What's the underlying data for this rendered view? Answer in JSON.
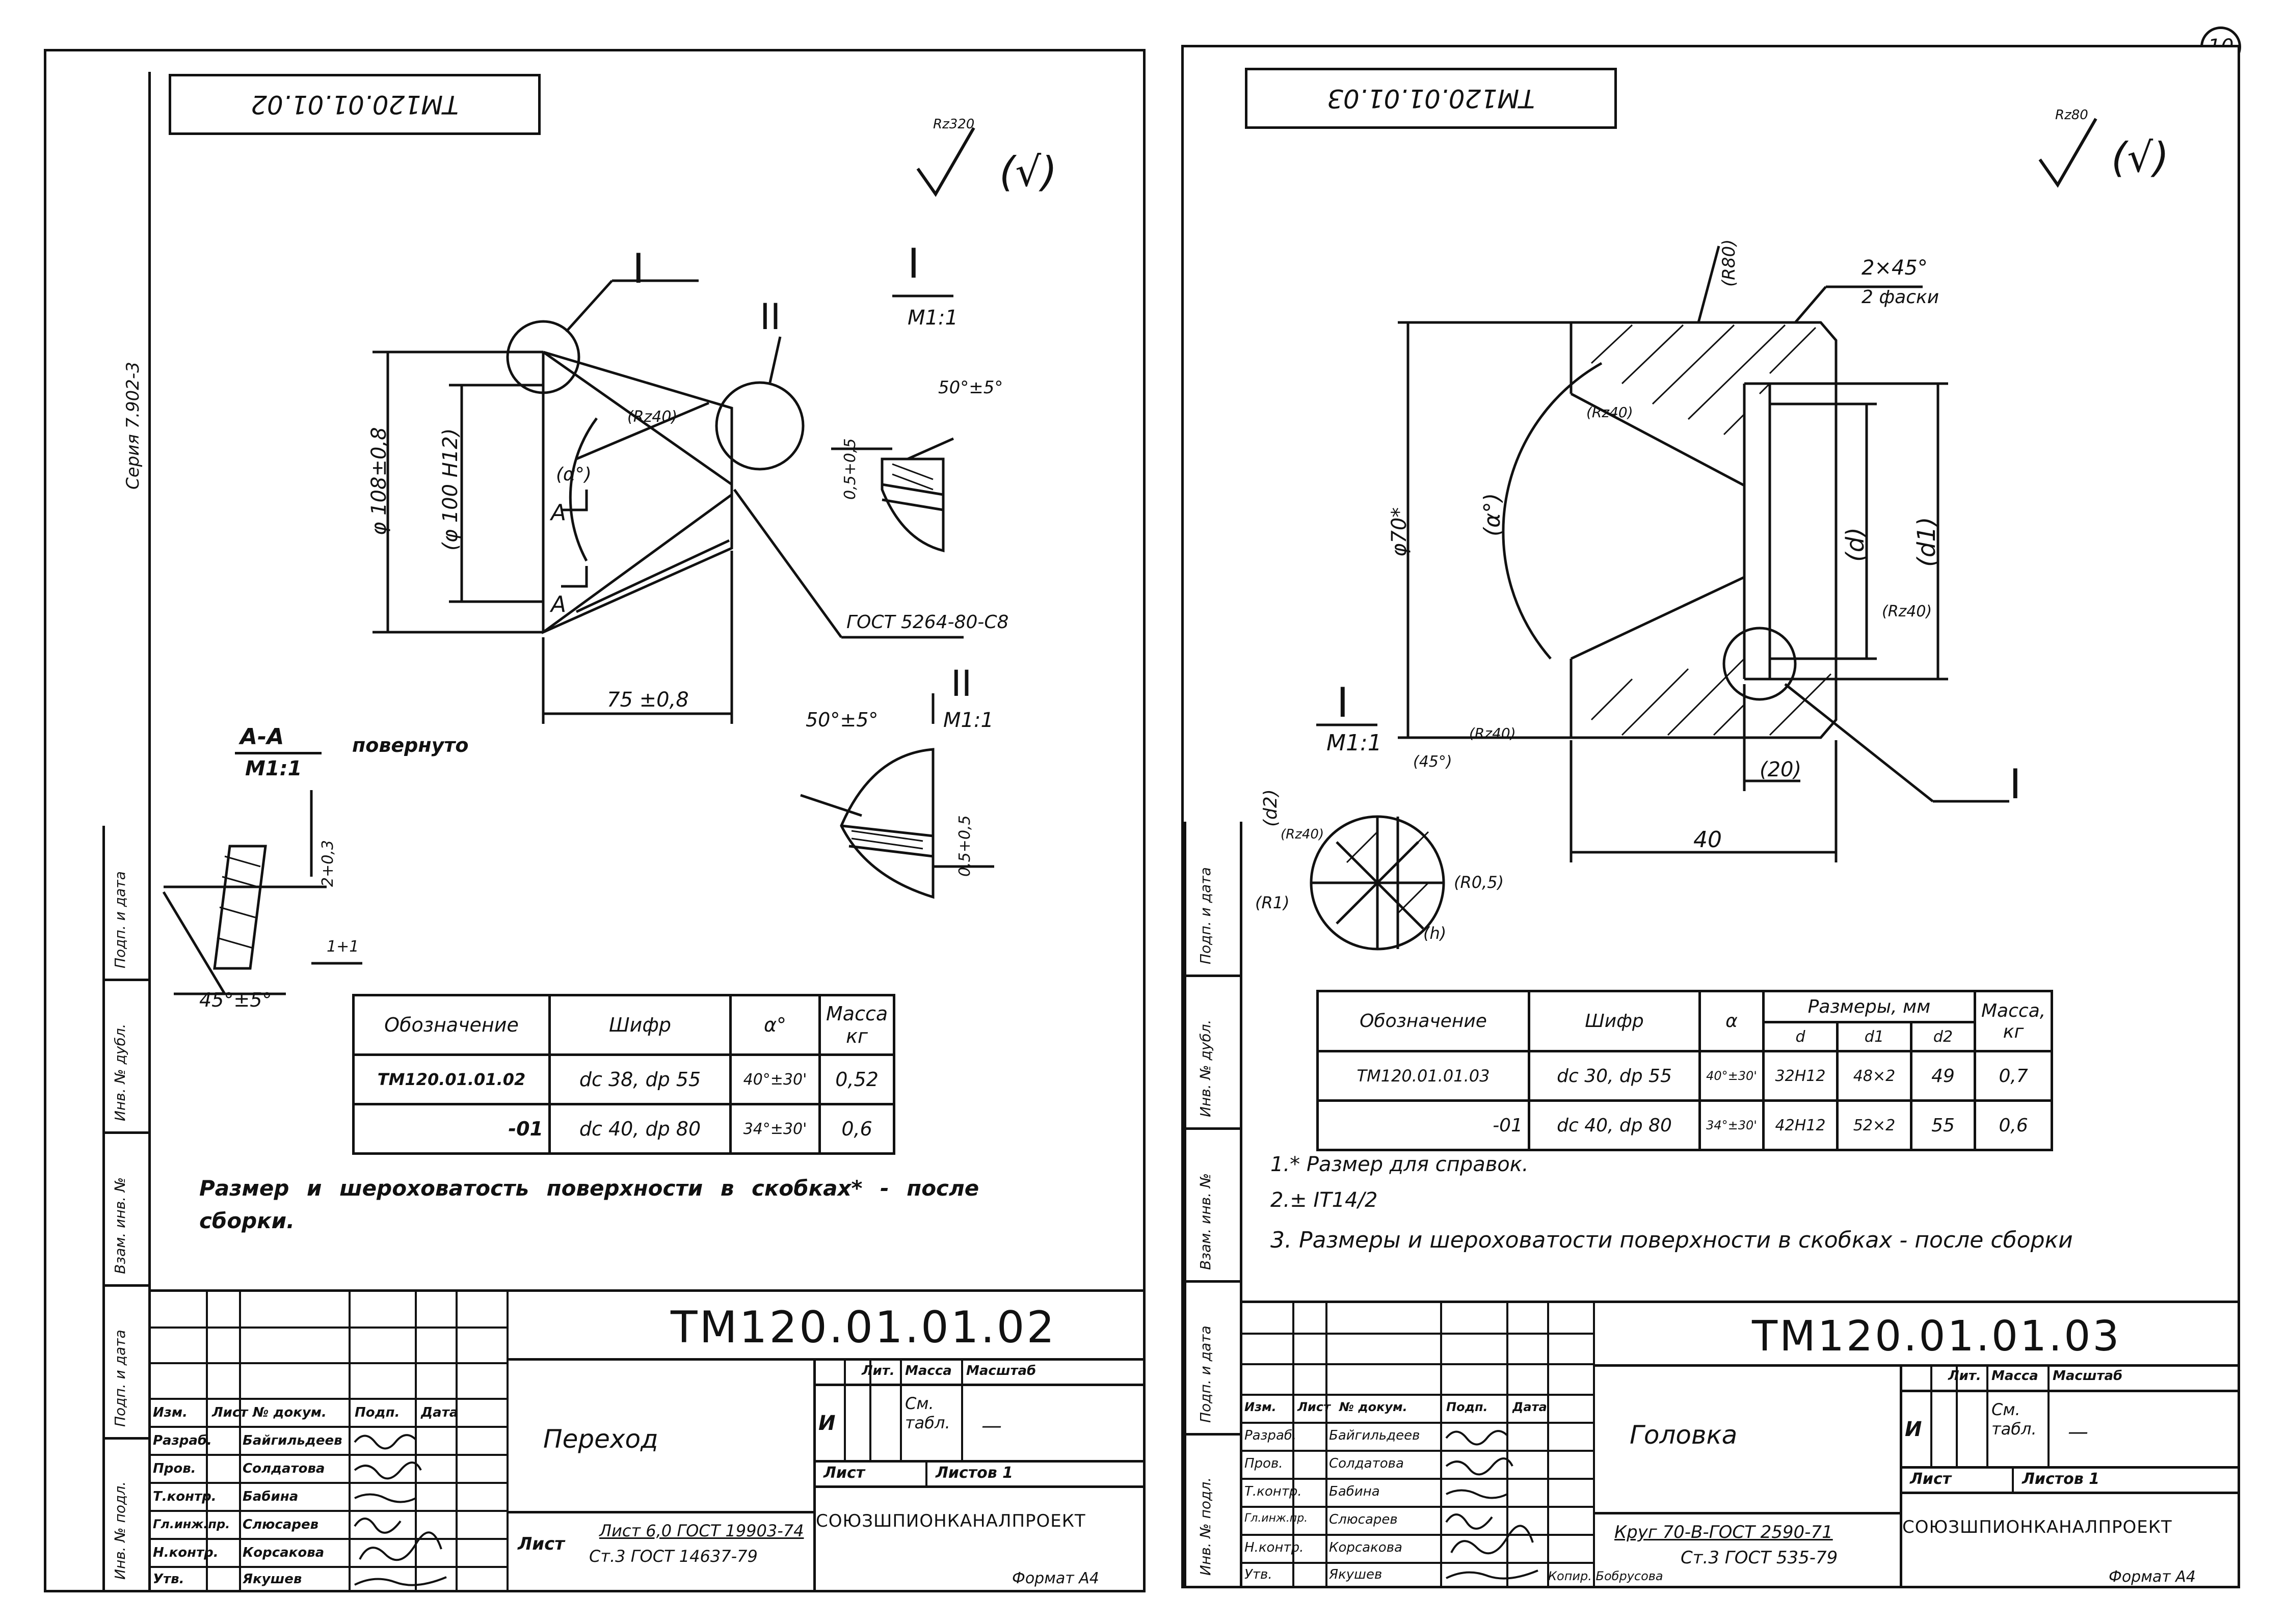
{
  "page_number": "10",
  "series_label": "Серия 7.902-3",
  "margin_labels": [
    "Инв. № подл.",
    "Подп. и дата",
    "Взам. инв. №",
    "Инв. № дубл.",
    "Подп. и дата"
  ],
  "left": {
    "stamp": "ТМ120.01.01.02",
    "roughness": "Rz320",
    "roughness_paren": "(√)",
    "views": {
      "I_label": "I",
      "II_label": "II",
      "scale": "M1:1",
      "section_label": "А-А",
      "section_scale": "М1:1",
      "section_rotated": "повернуто",
      "II_title": "II",
      "II_scale": "М1:1"
    },
    "dims": {
      "d108": "φ 108±0,8",
      "d100": "(φ 100 H12)",
      "len75": "75 ±0,8",
      "alpha": "(α°)",
      "r_note": "(Rz40)",
      "gost": "ГОСТ 5264-80-С8",
      "ang50": "50°±5°",
      "ang50b": "50°±5°",
      "dim05a": "0,5+0,5",
      "dim05b": "0,5+0,5",
      "ang45": "45°±5°",
      "dim2": "2+0,3",
      "dim1": "1+1",
      "A1": "А",
      "A2": "А"
    },
    "table": {
      "headers": [
        "Обозначение",
        "Шифр",
        "α°",
        "Масса кг"
      ],
      "rows": [
        [
          "ТМ120.01.01.02",
          "dc 38, dp 55",
          "40°±30'",
          "0,52"
        ],
        [
          "-01",
          "dc 40, dp 80",
          "34°±30'",
          "0,6"
        ]
      ]
    },
    "note": "Размер и шероховатость поверхности в скобках* - после сборки.",
    "title_block": {
      "designation": "ТМ120.01.01.02",
      "name": "Переход",
      "material_1": "Лист 6,0 ГОСТ 19903-74",
      "material_2": "Ст.3 ГОСТ 14637-79",
      "lit_header": "Лит.",
      "mass_header": "Масса",
      "scale_header": "Масштаб",
      "lit_value": "И",
      "mass_value": "См. табл.",
      "scale_value": "—",
      "sheet": "Лист",
      "sheets": "Листов 1",
      "org": "СОЮЗШПИОНКАНАЛПРОЕКТ",
      "format": "Формат А4",
      "rows": [
        [
          "Изм.",
          "Лист",
          "№ докум.",
          "Подп.",
          "Дата"
        ],
        [
          "Разраб.",
          "Байгильдеев",
          "",
          "",
          ""
        ],
        [
          "Пров.",
          "Солдатова",
          "",
          "",
          ""
        ],
        [
          "Т.контр.",
          "Бабина",
          "",
          "",
          ""
        ],
        [
          "Гл.инж.пр.",
          "Слюсарев",
          "",
          "",
          ""
        ],
        [
          "Н.контр.",
          "Корсакова",
          "",
          "",
          ""
        ],
        [
          "Утв.",
          "Якушев",
          "",
          "",
          ""
        ]
      ]
    }
  },
  "right": {
    "stamp": "ТМ120.01.01.03",
    "roughness": "Rz80",
    "roughness_paren": "(√)",
    "dims": {
      "chamfer": "2×45°",
      "chamfer_note": "2 фаски",
      "r80": "(R80)",
      "rz40a": "(Rz40)",
      "rz40b": "(Rz40)",
      "d70": "φ70*",
      "alpha": "(α°)",
      "d": "(d)",
      "d1": "(d1)",
      "len20": "(20)",
      "len40": "40",
      "I_label": "I",
      "I_title": "I",
      "I_scale": "М1:1",
      "deg45": "(45°)",
      "rz40c": "(Rz40)",
      "r05": "(R0,5)",
      "r1": "(R1)",
      "h": "(h)",
      "d2": "(d2)",
      "rz40d": "(Rz40)",
      "rz80": "(Rz80)"
    },
    "table": {
      "headers": [
        "Обозначение",
        "Шифр",
        "α",
        "Размеры, мм",
        "Масса, кг"
      ],
      "subheaders": [
        "d",
        "d1",
        "d2"
      ],
      "rows": [
        [
          "ТМ120.01.01.03",
          "dc 30, dp 55",
          "40°±30'",
          "32H12",
          "48×2",
          "49",
          "0,7"
        ],
        [
          "-01",
          "dc 40, dp 80",
          "34°±30'",
          "42H12",
          "52×2",
          "55",
          "0,6"
        ]
      ]
    },
    "notes": [
      "1.* Размер для справок.",
      "2.± IT14/2",
      "3. Размеры и шероховатости поверхности в скобках - после сборки"
    ],
    "title_block": {
      "designation": "ТМ120.01.01.03",
      "name": "Головка",
      "material_1": "Круг 70-В-ГОСТ 2590-71",
      "material_2": "Ст.3 ГОСТ 535-79",
      "lit_header": "Лит.",
      "mass_header": "Масса",
      "scale_header": "Масштаб",
      "lit_value": "И",
      "mass_value": "См. табл.",
      "scale_value": "—",
      "sheet": "Лист",
      "sheets": "Листов 1",
      "org": "СОЮЗШПИОНКАНАЛПРОЕКТ",
      "format": "Формат А4",
      "copied": "Копир. Бобрусова",
      "rows": [
        [
          "Изм.",
          "Лист",
          "№ докум.",
          "Подп.",
          "Дата"
        ],
        [
          "Разраб.",
          "Байгильдеев",
          "",
          "",
          ""
        ],
        [
          "Пров.",
          "Солдатова",
          "",
          "",
          ""
        ],
        [
          "Т.контр.",
          "Бабина",
          "",
          "",
          ""
        ],
        [
          "Гл.инж.пр.",
          "Слюсарев",
          "",
          "",
          ""
        ],
        [
          "Н.контр.",
          "Корсакова",
          "",
          "",
          ""
        ],
        [
          "Утв.",
          "Якушев",
          "",
          "",
          ""
        ]
      ]
    }
  }
}
